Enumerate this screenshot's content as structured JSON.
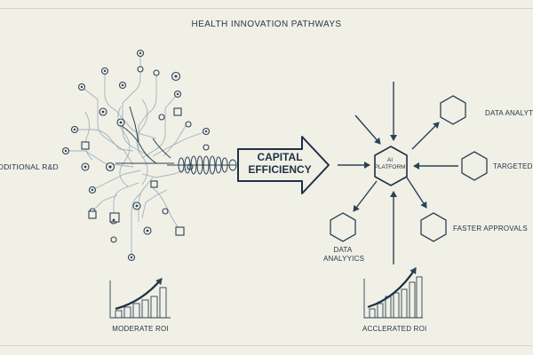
{
  "title": "HEALTH INNOVATION PATHWAYS",
  "left": {
    "label": "ADDITIONAL R&D",
    "roi_label": "MODERATE ROI"
  },
  "middle": {
    "line1": "CAPITAL",
    "line2": "EFFICIENCY"
  },
  "hub": {
    "line1": "AI",
    "line2": "PLATFORM"
  },
  "outputs": {
    "data_analytics_top": "DATA ANALYTICS",
    "targeted": "TARGETED TH",
    "faster": "FASTER APPROVALS",
    "data_analytics_bottom_1": "DATA",
    "data_analytics_bottom_2": "ANALYYICS"
  },
  "right": {
    "roi_label": "ACCLERATED ROI"
  },
  "colors": {
    "background": "#f1f0e6",
    "ink": "#1f3347",
    "line": "#2b4256",
    "maze": "#9fb2bf"
  }
}
